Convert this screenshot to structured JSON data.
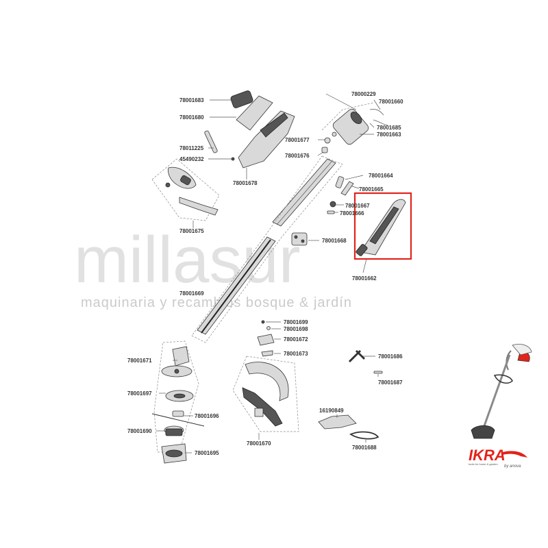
{
  "watermark": {
    "brand": "millasur",
    "tagline": "maquinaria y recambios bosque & jardín"
  },
  "logo": {
    "brand": "IKRA",
    "tagline": "tools for home & garden",
    "by": "by anova"
  },
  "highlight_color": "#e2231a",
  "highlighted_part": "78001662",
  "part_labels": {
    "p78001683": "78001683",
    "p78001680": "78001680",
    "p78011225": "78011225",
    "p45490232": "45490232",
    "p78001678": "78001678",
    "p78001675": "78001675",
    "p78000229": "78000229",
    "p78001660": "78001660",
    "p78001685": "78001685",
    "p78001663": "78001663",
    "p78001677": "78001677",
    "p78001676": "78001676",
    "p78001664": "78001664",
    "p78001665": "78001665",
    "p78001667": "78001667",
    "p78001666": "78001666",
    "p78001668": "78001668",
    "p78001662": "78001662",
    "p78001669": "78001669",
    "p78001699": "78001699",
    "p78001698": "78001698",
    "p78001672": "78001672",
    "p78001673": "78001673",
    "p78001671": "78001671",
    "p78001697": "78001697",
    "p78001696": "78001696",
    "p78001690": "78001690",
    "p78001695": "78001695",
    "p78001670": "78001670",
    "p78001686": "78001686",
    "p78001687": "78001687",
    "p16190849": "16190849",
    "p78001688": "78001688"
  }
}
